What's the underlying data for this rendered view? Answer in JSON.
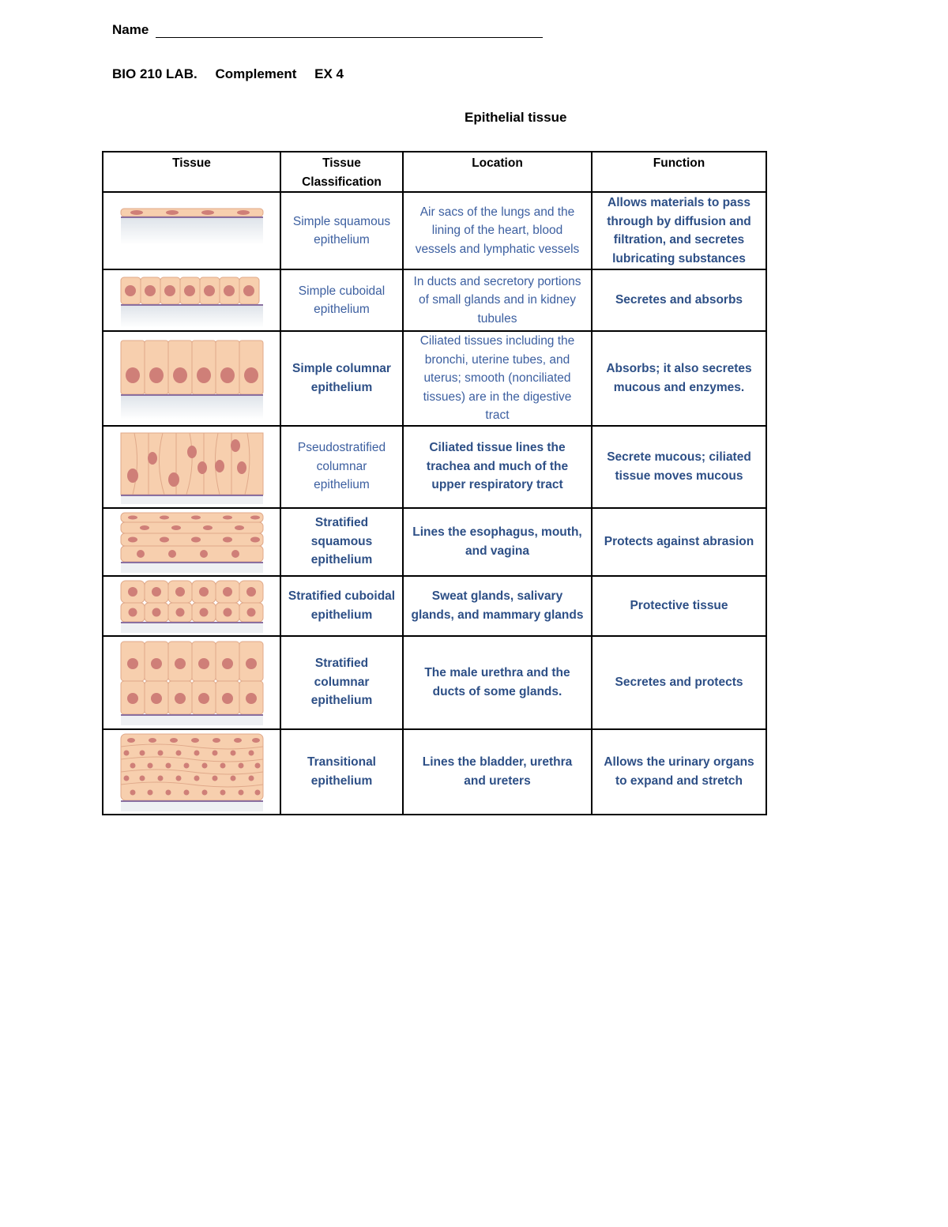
{
  "header": {
    "name_label": "Name",
    "course": "BIO 210 LAB.",
    "complement": "Complement",
    "exercise": "EX 4",
    "title": "Epithelial tissue"
  },
  "table": {
    "columns": [
      "Tissue",
      "Tissue Classification",
      "Location",
      "Function"
    ],
    "rows": [
      {
        "classification": "Simple squamous epithelium",
        "location": "Air sacs of the lungs and the lining of the heart, blood vessels and lymphatic vessels",
        "function": "Allows materials to pass through by diffusion and filtration, and secretes lubricating substances"
      },
      {
        "classification": "Simple cuboidal epithelium",
        "location": "In ducts and secretory portions of small glands and in kidney tubules",
        "function": "Secretes and absorbs"
      },
      {
        "classification": "Simple columnar epithelium",
        "location": "Ciliated tissues including the bronchi, uterine tubes, and uterus; smooth (nonciliated tissues) are in the digestive tract",
        "function": "Absorbs; it also secretes mucous and enzymes."
      },
      {
        "classification": "Pseudostratified columnar epithelium",
        "location": "Ciliated tissue lines the trachea and much of the upper respiratory tract",
        "function": "Secrete mucous; ciliated tissue moves mucous"
      },
      {
        "classification": "Stratified squamous epithelium",
        "location": "Lines the esophagus, mouth, and vagina",
        "function": "Protects against abrasion"
      },
      {
        "classification": "Stratified cuboidal epithelium",
        "location": "Sweat glands, salivary glands, and mammary glands",
        "function": "Protective tissue"
      },
      {
        "classification": "Stratified columnar epithelium",
        "location": "The male urethra and the ducts of some glands.",
        "function": "Secretes and protects"
      },
      {
        "classification": "Transitional epithelium",
        "location": "Lines the bladder, urethra and ureters",
        "function": "Allows the urinary organs to expand and stretch"
      }
    ]
  },
  "colors": {
    "text_blue": "#2d4f86",
    "cell_fill": "#f7cfae",
    "cell_stroke": "#e0a98a",
    "nucleus": "#cf7f78",
    "basement": "#8a6fa0"
  }
}
